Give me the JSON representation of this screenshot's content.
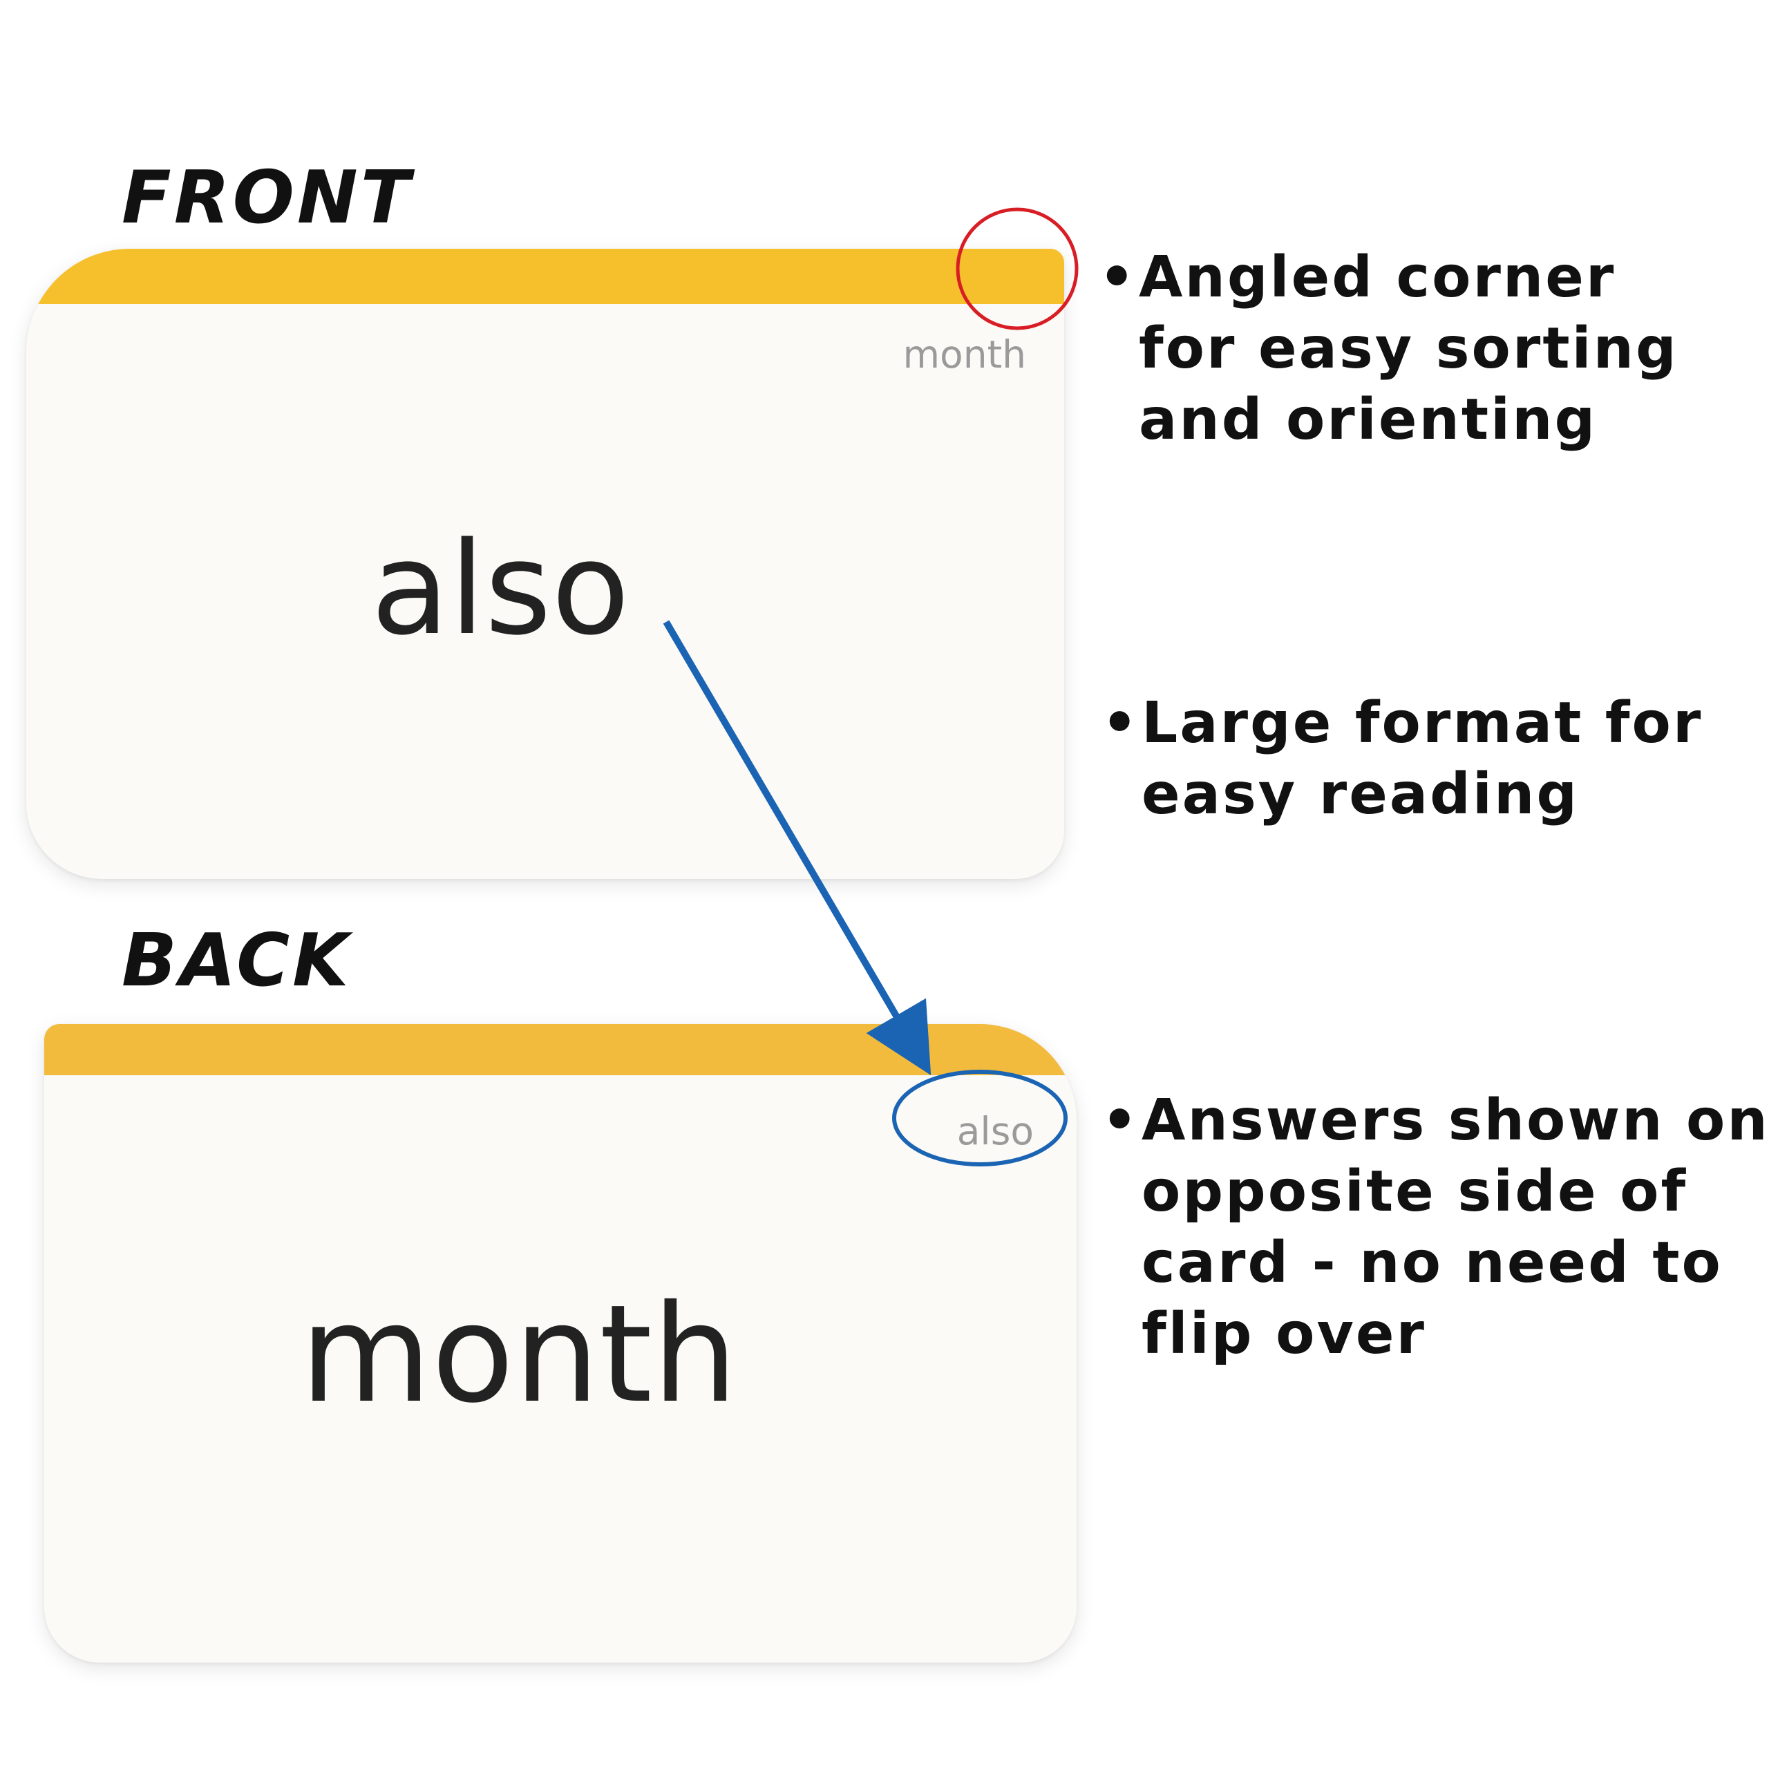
{
  "front": {
    "label": "FRONT",
    "word": "also",
    "answer": "month"
  },
  "back": {
    "label": "BACK",
    "word": "month",
    "answer": "also"
  },
  "bullets": [
    {
      "bullet": "•",
      "text": "Angled corner\nfor easy sorting\nand orienting"
    },
    {
      "bullet": "•",
      "text": "Large format for\neasy reading"
    },
    {
      "bullet": "•",
      "text": "Answers shown on\nopposite side of\ncard - no need to\nflip over"
    }
  ],
  "colors": {
    "stripe_front": "#f6c02c",
    "stripe_back": "#f2bb3e",
    "card": "#fbfaf6",
    "corner_circle": "#d81e24",
    "answer_ellipse": "#1b64b3",
    "arrow": "#1b64b3",
    "text": "#111111",
    "hint_text": "#9a9a9a"
  }
}
